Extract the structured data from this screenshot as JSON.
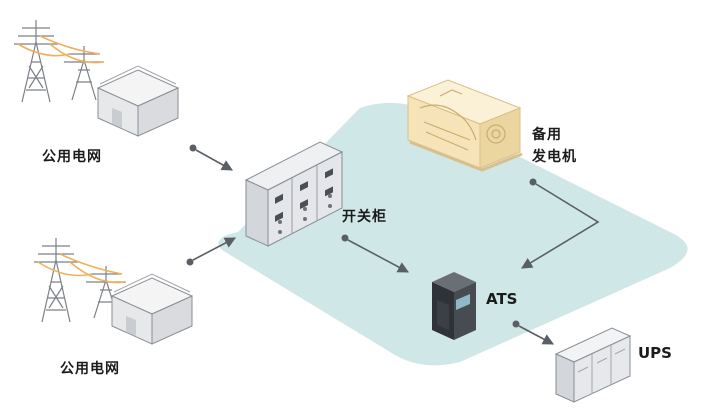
{
  "labels": {
    "grid_top": "公用电网",
    "grid_bottom": "公用电网",
    "switchgear": "开关柜",
    "generator_line1": "备用",
    "generator_line2": "发电机",
    "ats": "ATS",
    "ups": "UPS"
  },
  "colors": {
    "zone_fill": "#cfe7e6",
    "arrow": "#5a5f66",
    "cable": "#f0b15a",
    "generator": "#f6e4b8"
  },
  "nodes": [
    {
      "id": "grid-top",
      "icon": "power-grid-icon"
    },
    {
      "id": "grid-bottom",
      "icon": "power-grid-icon"
    },
    {
      "id": "switchgear",
      "icon": "switchgear-cabinet-icon"
    },
    {
      "id": "generator",
      "icon": "diesel-generator-icon"
    },
    {
      "id": "ats",
      "icon": "ats-cabinet-icon"
    },
    {
      "id": "ups",
      "icon": "ups-cabinet-icon"
    }
  ],
  "edges": [
    {
      "from": "grid-top",
      "to": "switchgear"
    },
    {
      "from": "grid-bottom",
      "to": "switchgear"
    },
    {
      "from": "switchgear",
      "to": "ats"
    },
    {
      "from": "generator",
      "to": "ats"
    },
    {
      "from": "ats",
      "to": "ups"
    }
  ]
}
